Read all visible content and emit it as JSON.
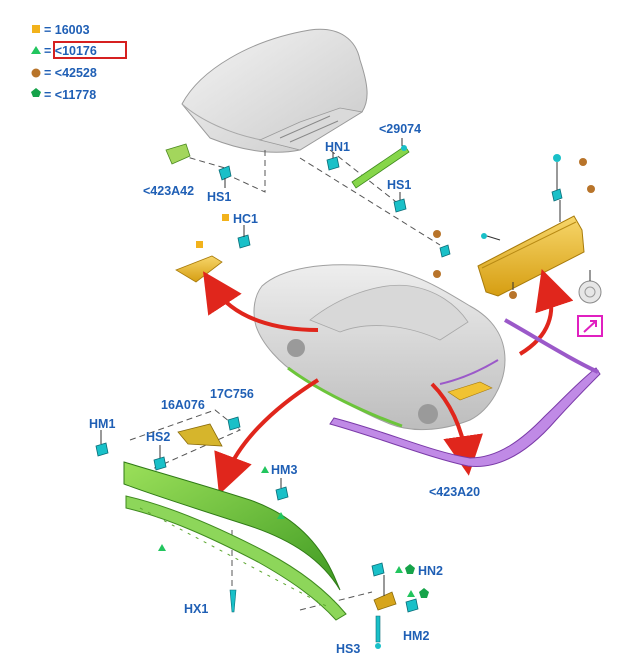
{
  "legend": [
    {
      "symbol": "square",
      "color": "#f2b21b",
      "text": "= 16003"
    },
    {
      "symbol": "triangle",
      "color": "#22c55e",
      "text": "= <10176",
      "highlighted": true
    },
    {
      "symbol": "circle",
      "color": "#b8742a",
      "text": "= <42528"
    },
    {
      "symbol": "pentagon",
      "color": "#16a34a",
      "text": "= <11778"
    }
  ],
  "callouts": {
    "c_423A42": "<423A42",
    "c_HS1_left": "HS1",
    "c_HN1": "HN1",
    "c_29074": "<29074",
    "c_HS1_mid": "HS1",
    "c_HC1": "HC1",
    "c_HM1": "HM1",
    "c_16A076": "16A076",
    "c_17C756": "17C756",
    "c_HS2": "HS2",
    "c_HM3": "HM3",
    "c_423A20": "<423A20",
    "c_HN2": "HN2",
    "c_HX1": "HX1",
    "c_HM2": "HM2",
    "c_HS3": "HS3"
  },
  "colors": {
    "label_blue": "#1f5fb5",
    "arrow_red": "#e0261c",
    "rocker_green": "#6cc53a",
    "spoiler_yellow": "#f1c232",
    "molding_purple": "#9b59c9",
    "clip_cyan": "#19c0c8",
    "highlight_red": "#d62020",
    "link_magenta": "#e020c0"
  },
  "icons": [
    "link-arrow-icon"
  ]
}
